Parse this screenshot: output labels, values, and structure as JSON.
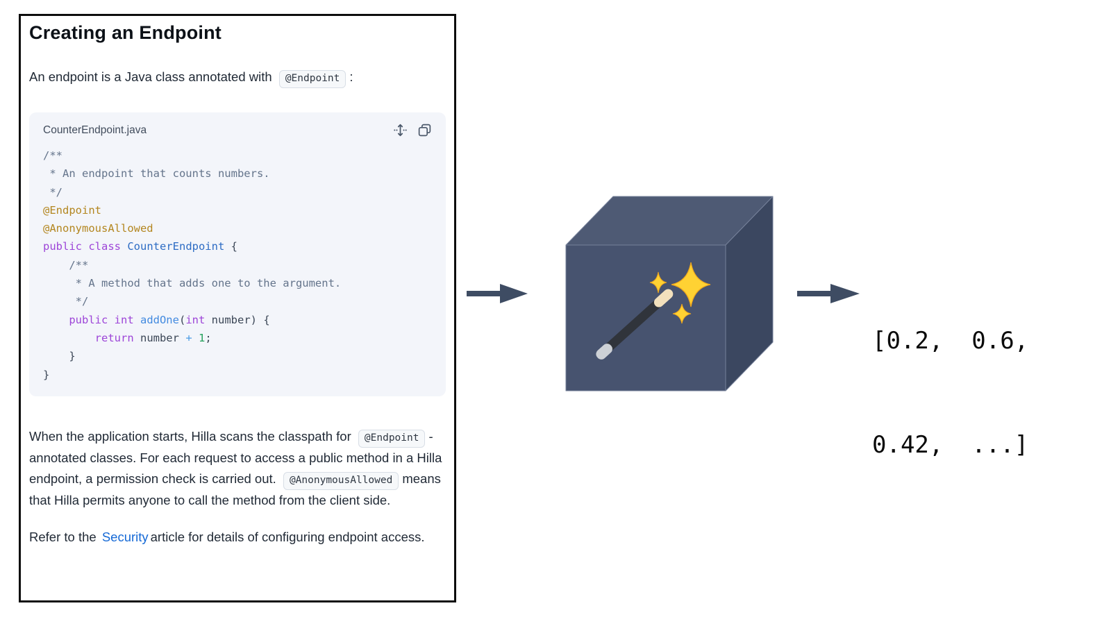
{
  "panel": {
    "title": "Creating an Endpoint",
    "intro": {
      "segments": [
        {
          "type": "text",
          "text": "An endpoint is a Java class annotated with"
        },
        {
          "type": "code",
          "text": "@Endpoint"
        },
        {
          "type": "text",
          "text": ":"
        }
      ]
    },
    "code_block": {
      "filename": "CounterEndpoint.java",
      "icons": [
        {
          "name": "expand-vertical-icon",
          "glyph": "↕"
        },
        {
          "name": "copy-icon",
          "glyph": "⧉"
        }
      ],
      "lines": [
        [
          {
            "c": "com",
            "t": "/**"
          }
        ],
        [
          {
            "c": "com",
            "t": " * An endpoint that counts numbers."
          }
        ],
        [
          {
            "c": "com",
            "t": " */"
          }
        ],
        [
          {
            "c": "ann",
            "t": "@Endpoint"
          }
        ],
        [
          {
            "c": "ann",
            "t": "@AnonymousAllowed"
          }
        ],
        [
          {
            "c": "kw",
            "t": "public class "
          },
          {
            "c": "cls",
            "t": "CounterEndpoint"
          },
          {
            "c": "pl",
            "t": " {"
          }
        ],
        [
          {
            "c": "com",
            "t": "    /**"
          }
        ],
        [
          {
            "c": "com",
            "t": "     * A method that adds one to the argument."
          }
        ],
        [
          {
            "c": "com",
            "t": "     */"
          }
        ],
        [
          {
            "c": "kw",
            "t": "    public int "
          },
          {
            "c": "fn",
            "t": "addOne"
          },
          {
            "c": "pl",
            "t": "("
          },
          {
            "c": "kw",
            "t": "int"
          },
          {
            "c": "pl",
            "t": " number) {"
          }
        ],
        [
          {
            "c": "kw",
            "t": "        return "
          },
          {
            "c": "pl",
            "t": "number "
          },
          {
            "c": "op",
            "t": "+"
          },
          {
            "c": "pl",
            "t": " "
          },
          {
            "c": "num",
            "t": "1"
          },
          {
            "c": "pl",
            "t": ";"
          }
        ],
        [
          {
            "c": "pl",
            "t": "    }"
          }
        ],
        [
          {
            "c": "pl",
            "t": "}"
          }
        ]
      ]
    },
    "paragraphs": [
      {
        "segments": [
          {
            "type": "text",
            "text": "When the application starts, Hilla scans the classpath for"
          },
          {
            "type": "code",
            "text": "@Endpoint"
          },
          {
            "type": "text",
            "text": "-annotated classes. For each request to access a public method in a Hilla endpoint, a permission check is carried out."
          },
          {
            "type": "code",
            "text": "@AnonymousAllowed"
          },
          {
            "type": "text",
            "text": "means that Hilla permits anyone to call the method from the client side."
          }
        ]
      },
      {
        "segments": [
          {
            "type": "text",
            "text": "Refer to the"
          },
          {
            "type": "link",
            "text": "Security"
          },
          {
            "type": "text",
            "text": "article for details of configuring endpoint access."
          }
        ]
      }
    ]
  },
  "diagram": {
    "output_lines": [
      "[0.2,  0.6,",
      "0.42,  ...]"
    ]
  },
  "colors": {
    "arrow": "#3e4c63",
    "cube_top": "#4e5a74",
    "cube_front": "#47536f",
    "cube_right": "#3b4760",
    "cube_edge": "#76819a",
    "sparkle": "#ffd233",
    "sparkle_deep": "#f0a81c",
    "wand_body": "#30343b",
    "wand_tip": "#f2e0bd",
    "wand_cap": "#cdd1d6",
    "link": "#1569d6",
    "code_bg": "#f3f5fa",
    "chip_bg": "#f6f8fa",
    "chip_border": "#d8dee6",
    "text": "#212a36",
    "title": "#0c1117",
    "code_header": "#414c5c",
    "icon": "#4b586a",
    "output_text": "#0a0a0a"
  },
  "syntax": {
    "com": "#64748b",
    "ann": "#b3861f",
    "kw": "#9d45d8",
    "cls": "#2d6cc4",
    "fn": "#428ae0",
    "op": "#4a9be4",
    "num": "#25a05c",
    "pl": "#3b4656"
  }
}
